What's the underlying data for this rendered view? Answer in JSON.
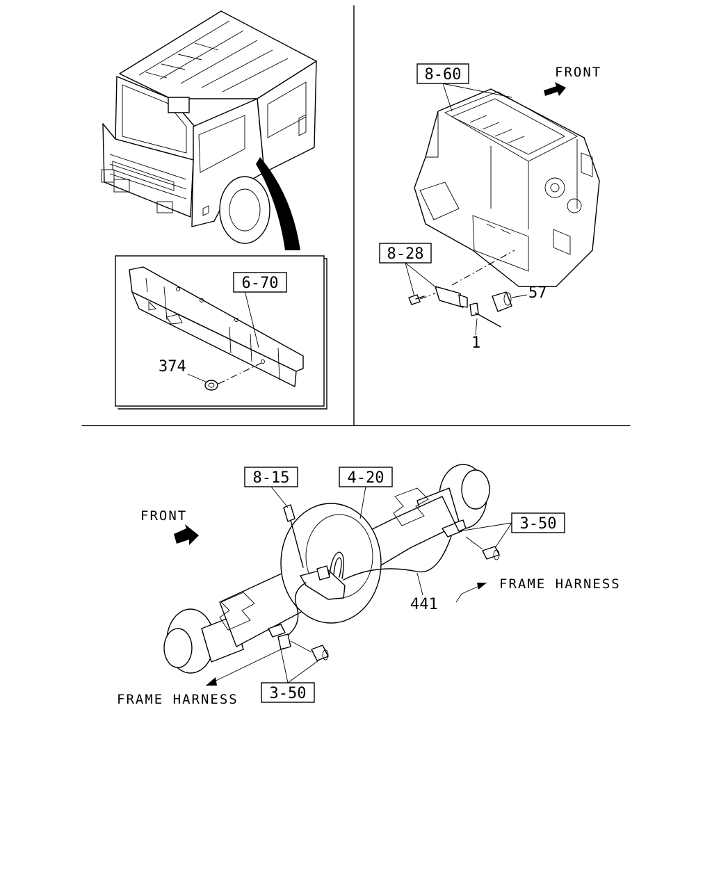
{
  "callouts": {
    "upper_left_frame_ref": "6-70",
    "part_374": "374",
    "hvac_ref": "8-60",
    "bolt_ref_top": "8-28",
    "part_57": "57",
    "part_1": "1",
    "bolt_ref_bottom": "8-15",
    "axle_ref": "4-20",
    "bracket_ref_right": "3-50",
    "bracket_ref_left": "3-50",
    "harness_part": "441"
  },
  "direction_labels": {
    "front_top": "FRONT",
    "front_bottom": "FRONT",
    "frame_harness_right": "FRAME HARNESS",
    "frame_harness_left": "FRAME HARNESS"
  }
}
